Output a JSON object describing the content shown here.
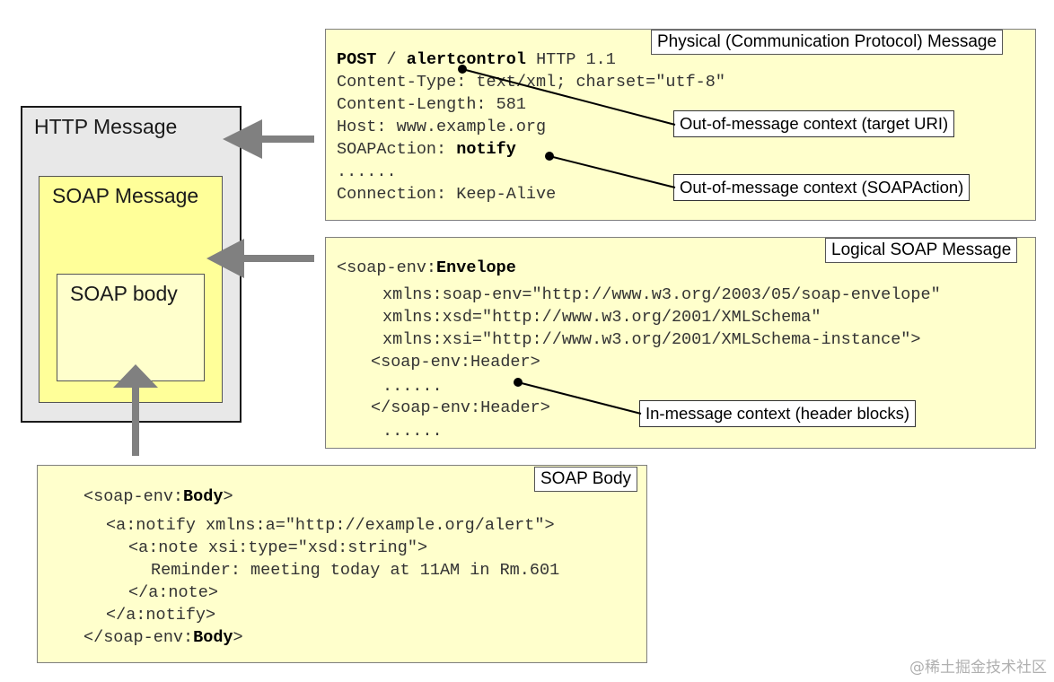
{
  "left_diagram": {
    "http_label": "HTTP Message",
    "soap_message_label": "SOAP Message",
    "soap_body_label": "SOAP body"
  },
  "physical_panel": {
    "tag": "Physical (Communication Protocol) Message",
    "line1_post": "POST",
    "line1_sep": " / ",
    "line1_uri": "alertcontrol",
    "line1_proto": " HTTP 1.1",
    "line2": "Content-Type: text/xml; charset=\"utf-8\"",
    "line3": "Content-Length: 581",
    "line4": "Host: www.example.org",
    "line5_prefix": "SOAPAction: ",
    "line5_value": "notify",
    "line6": "......",
    "line7": "Connection: Keep-Alive",
    "callout_uri": "Out-of-message context (target URI)",
    "callout_action": "Out-of-message context (SOAPAction)"
  },
  "logical_panel": {
    "tag": "Logical SOAP Message",
    "env_prefix": "<soap-env:",
    "env_name": "Envelope",
    "ns1": "xmlns:soap-env=\"http://www.w3.org/2003/05/soap-envelope\"",
    "ns2": "xmlns:xsd=\"http://www.w3.org/2001/XMLSchema\"",
    "ns3": "xmlns:xsi=\"http://www.w3.org/2001/XMLSchema-instance\">",
    "header_open": "<soap-env:Header>",
    "dots1": "......",
    "header_close": "</soap-env:Header>",
    "dots2": "......",
    "callout_header": "In-message context (header blocks)"
  },
  "body_panel": {
    "tag": "SOAP Body",
    "open_prefix": "<soap-env:",
    "open_name": "Body",
    "open_suffix": ">",
    "notify_open": "<a:notify xmlns:a=\"http://example.org/alert\">",
    "note_open": "<a:note xsi:type=\"xsd:string\">",
    "reminder": "Reminder: meeting today at 11AM in Rm.601",
    "note_close": "</a:note>",
    "notify_close": "</a:notify>",
    "close_prefix": "</soap-env:",
    "close_name": "Body",
    "close_suffix": ">"
  },
  "watermark": "@稀土掘金技术社区",
  "colors": {
    "panel_fill": "#ffffcc",
    "soap_message_fill": "#ffff99",
    "http_fill": "#e8e8e8",
    "arrow": "#808080"
  }
}
